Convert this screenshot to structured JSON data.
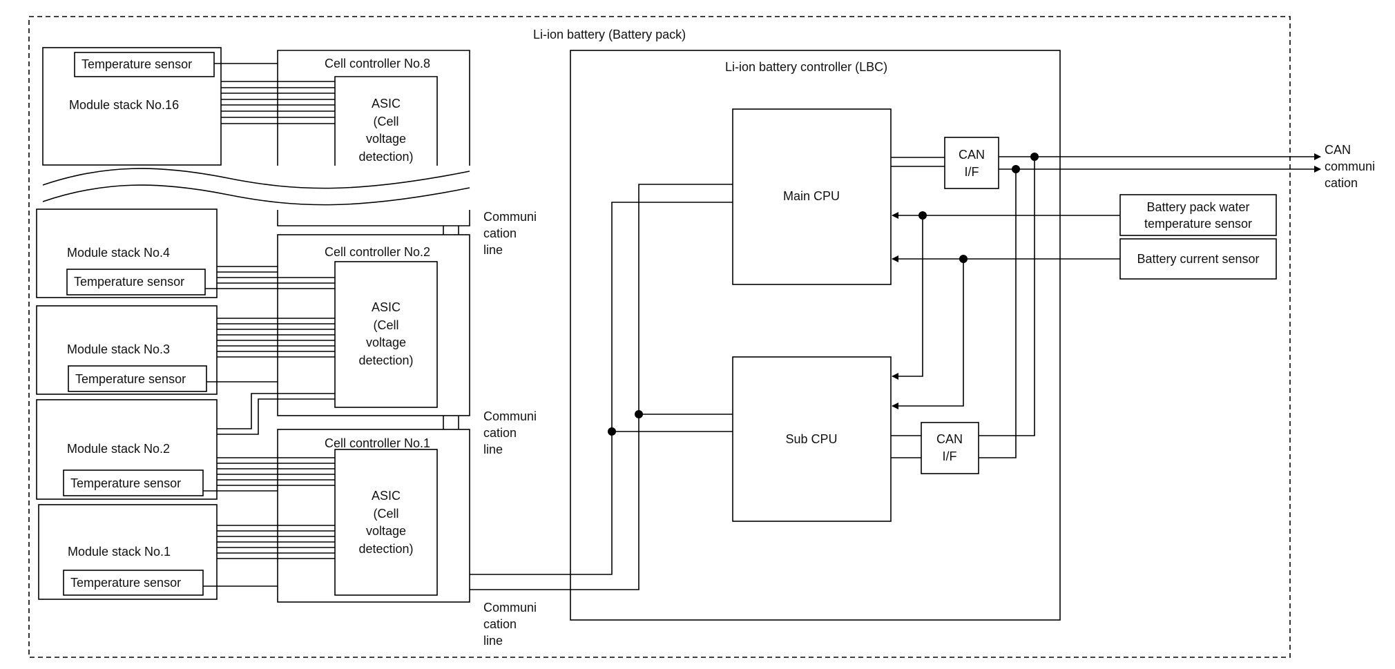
{
  "pack": {
    "title": "Li-ion battery (Battery pack)"
  },
  "lbc": {
    "title": "Li-ion battery controller (LBC)"
  },
  "module_stacks": [
    {
      "label": "Module stack No.16",
      "sensor": "Temperature sensor"
    },
    {
      "label": "Module stack No.4",
      "sensor": "Temperature sensor"
    },
    {
      "label": "Module stack No.3",
      "sensor": "Temperature sensor"
    },
    {
      "label": "Module stack No.2",
      "sensor": "Temperature sensor"
    },
    {
      "label": "Module stack No.1",
      "sensor": "Temperature sensor"
    }
  ],
  "cell_controllers": [
    {
      "label": "Cell controller No.8",
      "asic_lines": [
        "ASIC",
        "(Cell",
        "voltage",
        "detection)"
      ]
    },
    {
      "label": "Cell controller No.2",
      "asic_lines": [
        "ASIC",
        "(Cell",
        "voltage",
        "detection)"
      ]
    },
    {
      "label": "Cell controller No.1",
      "asic_lines": [
        "ASIC",
        "(Cell",
        "voltage",
        "detection)"
      ]
    }
  ],
  "comm_line_label": [
    "Communi",
    "cation",
    "line"
  ],
  "cpus": {
    "main": "Main CPU",
    "sub": "Sub CPU"
  },
  "can_if": [
    "CAN",
    "I/F"
  ],
  "sensors": {
    "water_temp": [
      "Battery pack water",
      "temperature sensor"
    ],
    "current": "Battery current sensor"
  },
  "can_communication": [
    "CAN",
    "communi",
    "cation"
  ]
}
